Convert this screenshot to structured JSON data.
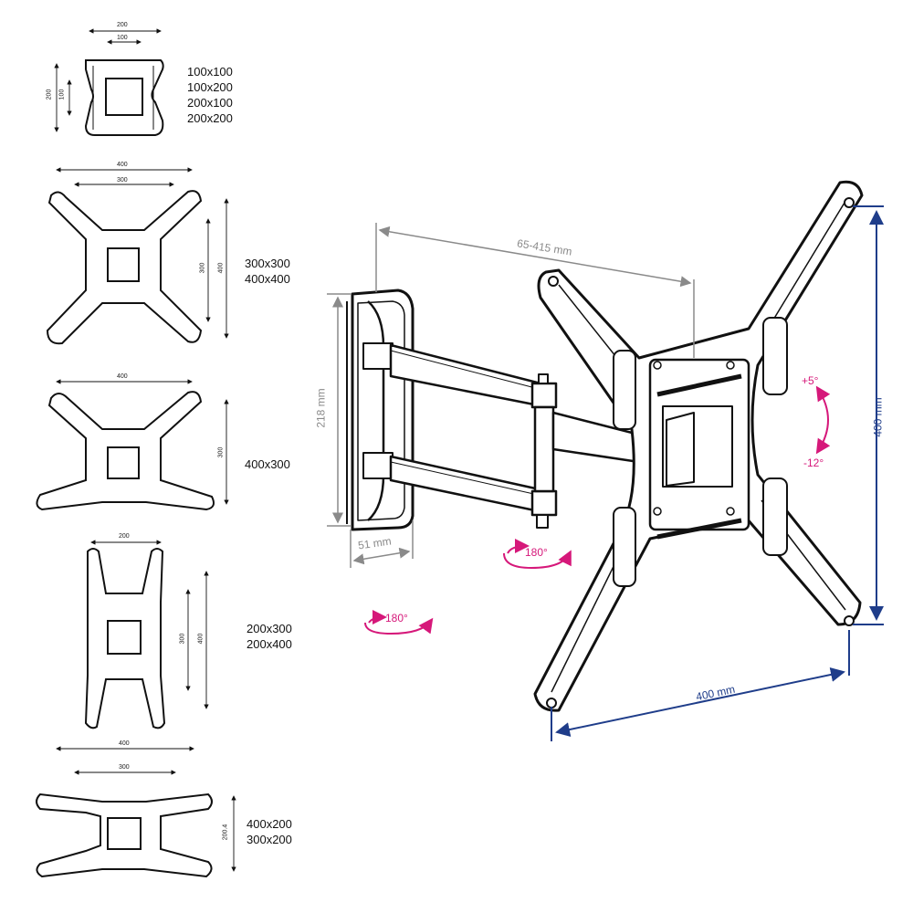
{
  "patterns": [
    {
      "lines": [
        "100x100",
        "100x200",
        "200x100",
        "200x200"
      ],
      "dims": {
        "outer_w": "200",
        "inner_w": "100",
        "outer_h": "200",
        "inner_h": "100"
      }
    },
    {
      "lines": [
        "300x300",
        "400x400"
      ],
      "dims": {
        "outer_w": "400",
        "inner_w": "300",
        "outer_h": "400",
        "inner_h": "300"
      }
    },
    {
      "lines": [
        "400x300"
      ],
      "dims": {
        "outer_w": "400",
        "outer_h": "300"
      }
    },
    {
      "lines": [
        "200x300",
        "200x400"
      ],
      "dims": {
        "outer_w": "200",
        "outer_h": "400",
        "inner_h": "300"
      }
    },
    {
      "lines": [
        "400x200",
        "300x200"
      ],
      "dims": {
        "outer_w": "400",
        "inner_w": "300",
        "outer_h": "200.4"
      }
    }
  ],
  "main": {
    "extension": "65-415 mm",
    "height": "218 mm",
    "depth": "51 mm",
    "plate_width": "400 mm",
    "plate_height": "400 mm",
    "tilt_up": "+5°",
    "tilt_down": "-12°",
    "swivel_arm": "180°",
    "swivel_wall": "180°"
  },
  "colors": {
    "line": "#111111",
    "grey": "#8a8a8a",
    "blue": "#1f3d8a",
    "pink": "#d6187a"
  }
}
